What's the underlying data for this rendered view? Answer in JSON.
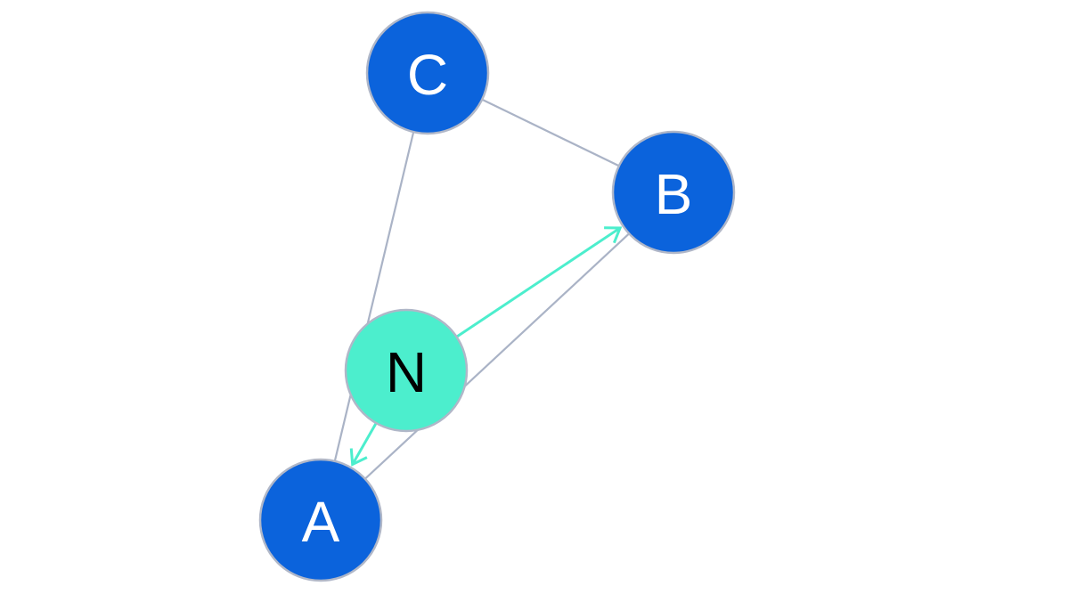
{
  "diagram": {
    "type": "graph",
    "nodes": [
      {
        "id": "C",
        "label": "C",
        "fill": "#0b63dc",
        "text_color": "#ffffff",
        "stroke": "#b0b7c8"
      },
      {
        "id": "B",
        "label": "B",
        "fill": "#0b63dc",
        "text_color": "#ffffff",
        "stroke": "#b0b7c8"
      },
      {
        "id": "N",
        "label": "N",
        "fill": "#4ceecd",
        "text_color": "#000000",
        "stroke": "#b0b7c8"
      },
      {
        "id": "A",
        "label": "A",
        "fill": "#0b63dc",
        "text_color": "#ffffff",
        "stroke": "#b0b7c8"
      }
    ],
    "edges": [
      {
        "from": "C",
        "to": "B",
        "directed": false,
        "color": "#aab3c6"
      },
      {
        "from": "C",
        "to": "A",
        "directed": false,
        "color": "#aab3c6"
      },
      {
        "from": "B",
        "to": "A",
        "directed": false,
        "color": "#aab3c6"
      },
      {
        "from": "N",
        "to": "B",
        "directed": true,
        "color": "#4ceecd"
      },
      {
        "from": "N",
        "to": "A",
        "directed": true,
        "color": "#4ceecd"
      }
    ]
  }
}
